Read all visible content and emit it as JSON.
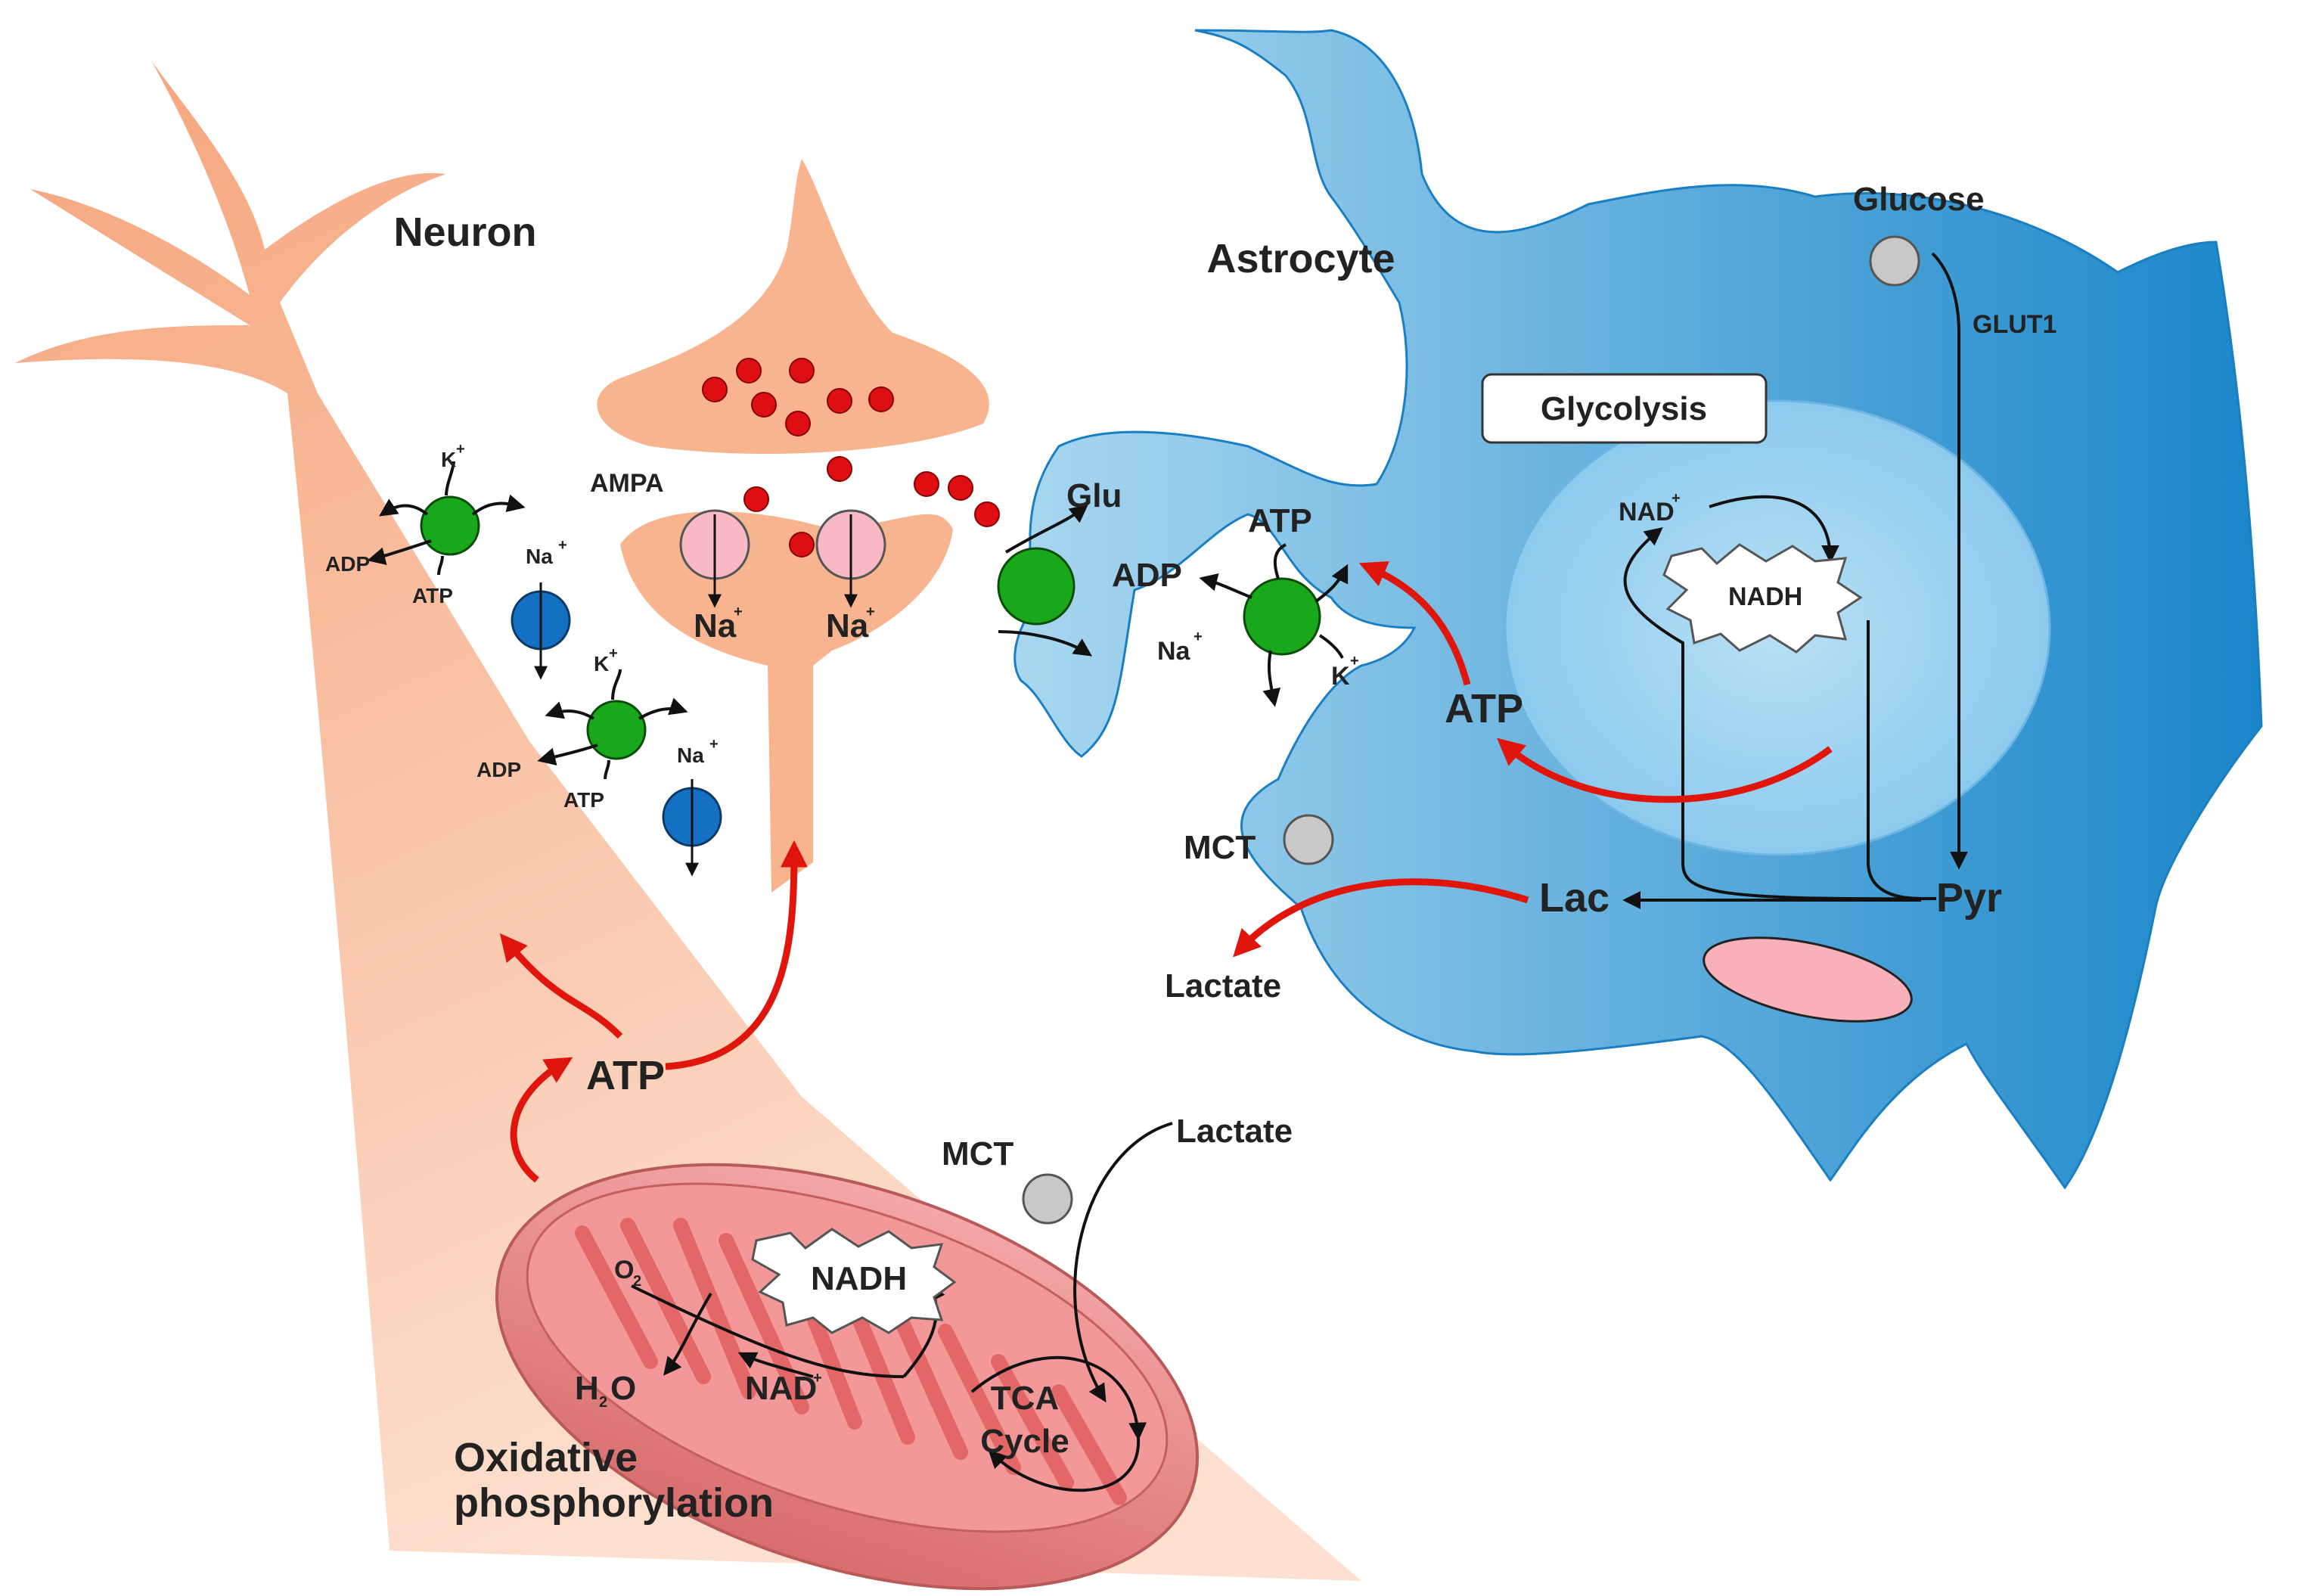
{
  "labels": {
    "neuron": "Neuron",
    "astrocyte": "Astrocyte",
    "ampa": "AMPA",
    "glu": "Glu",
    "glucose": "Glucose",
    "glut1": "GLUT1",
    "glycolysis": "Glycolysis",
    "nad": "NAD",
    "nadh": "NADH",
    "atp": "ATP",
    "adp": "ADP",
    "na": "Na",
    "k": "K",
    "mct": "MCT",
    "lac": "Lac",
    "pyr": "Pyr",
    "lactate": "Lactate",
    "o2": "O",
    "h2o": "H",
    "h2o_tail": "O",
    "tca1": "TCA",
    "tca2": "Cycle",
    "oxphos1": "Oxidative",
    "oxphos2": "phosphorylation",
    "sub2": "2",
    "plus": "+"
  },
  "colors": {
    "neuron_fill": "#f7b48f",
    "astro_fill": "#5aa9dc",
    "pump_green": "#19a81b",
    "na_channel_blue": "#1470c2",
    "ampa_pink": "#f8b9c4",
    "glutamate_red": "#dd0f12",
    "transporter_gray": "#c8c8c8",
    "arrow_red": "#e0150c",
    "mito_fill": "#e88a8a"
  },
  "icons": [
    "glutamate-vesicle-dots",
    "sodium-potassium-pump-icon",
    "sodium-channel-icon",
    "ampa-receptor-icon",
    "transporter-icon",
    "mitochondrion-icon",
    "nadh-burst-icon"
  ]
}
